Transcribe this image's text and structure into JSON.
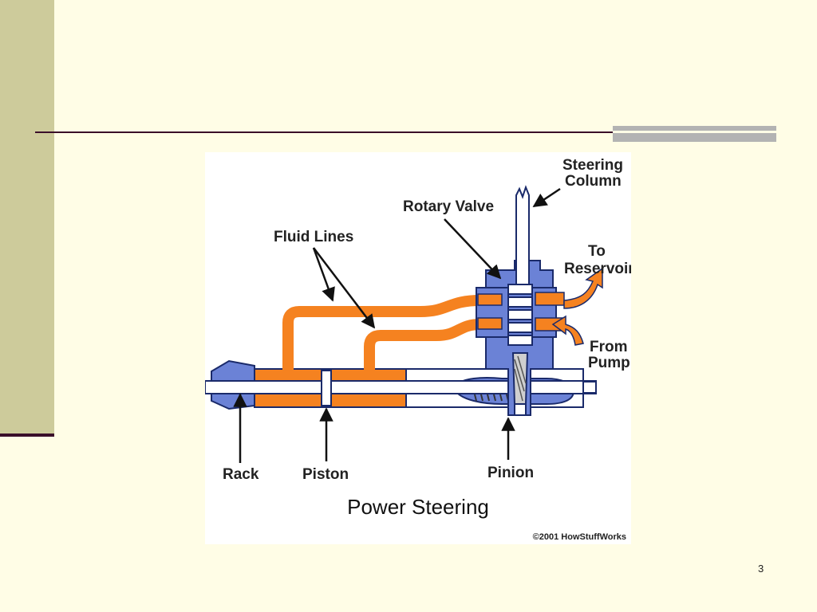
{
  "slide": {
    "page_number": "3",
    "colors": {
      "background": "#fffde6",
      "side_bar": "#cdcb9b",
      "rule": "#3a0f2a",
      "accent": "#b3b3b3"
    }
  },
  "figure": {
    "caption": "Power Steering",
    "copyright": "©2001 HowStuffWorks",
    "labels": {
      "steering_column_1": "Steering",
      "steering_column_2": "Column",
      "rotary_valve": "Rotary Valve",
      "fluid_lines": "Fluid Lines",
      "to_reservoir_1": "To",
      "to_reservoir_2": "Reservoir",
      "from_pump_1": "From",
      "from_pump_2": "Pump",
      "rack": "Rack",
      "piston": "Piston",
      "pinion": "Pinion"
    },
    "colors": {
      "fluid": "#f58220",
      "housing": "#6b82d6",
      "outline": "#1a2a6a"
    }
  }
}
